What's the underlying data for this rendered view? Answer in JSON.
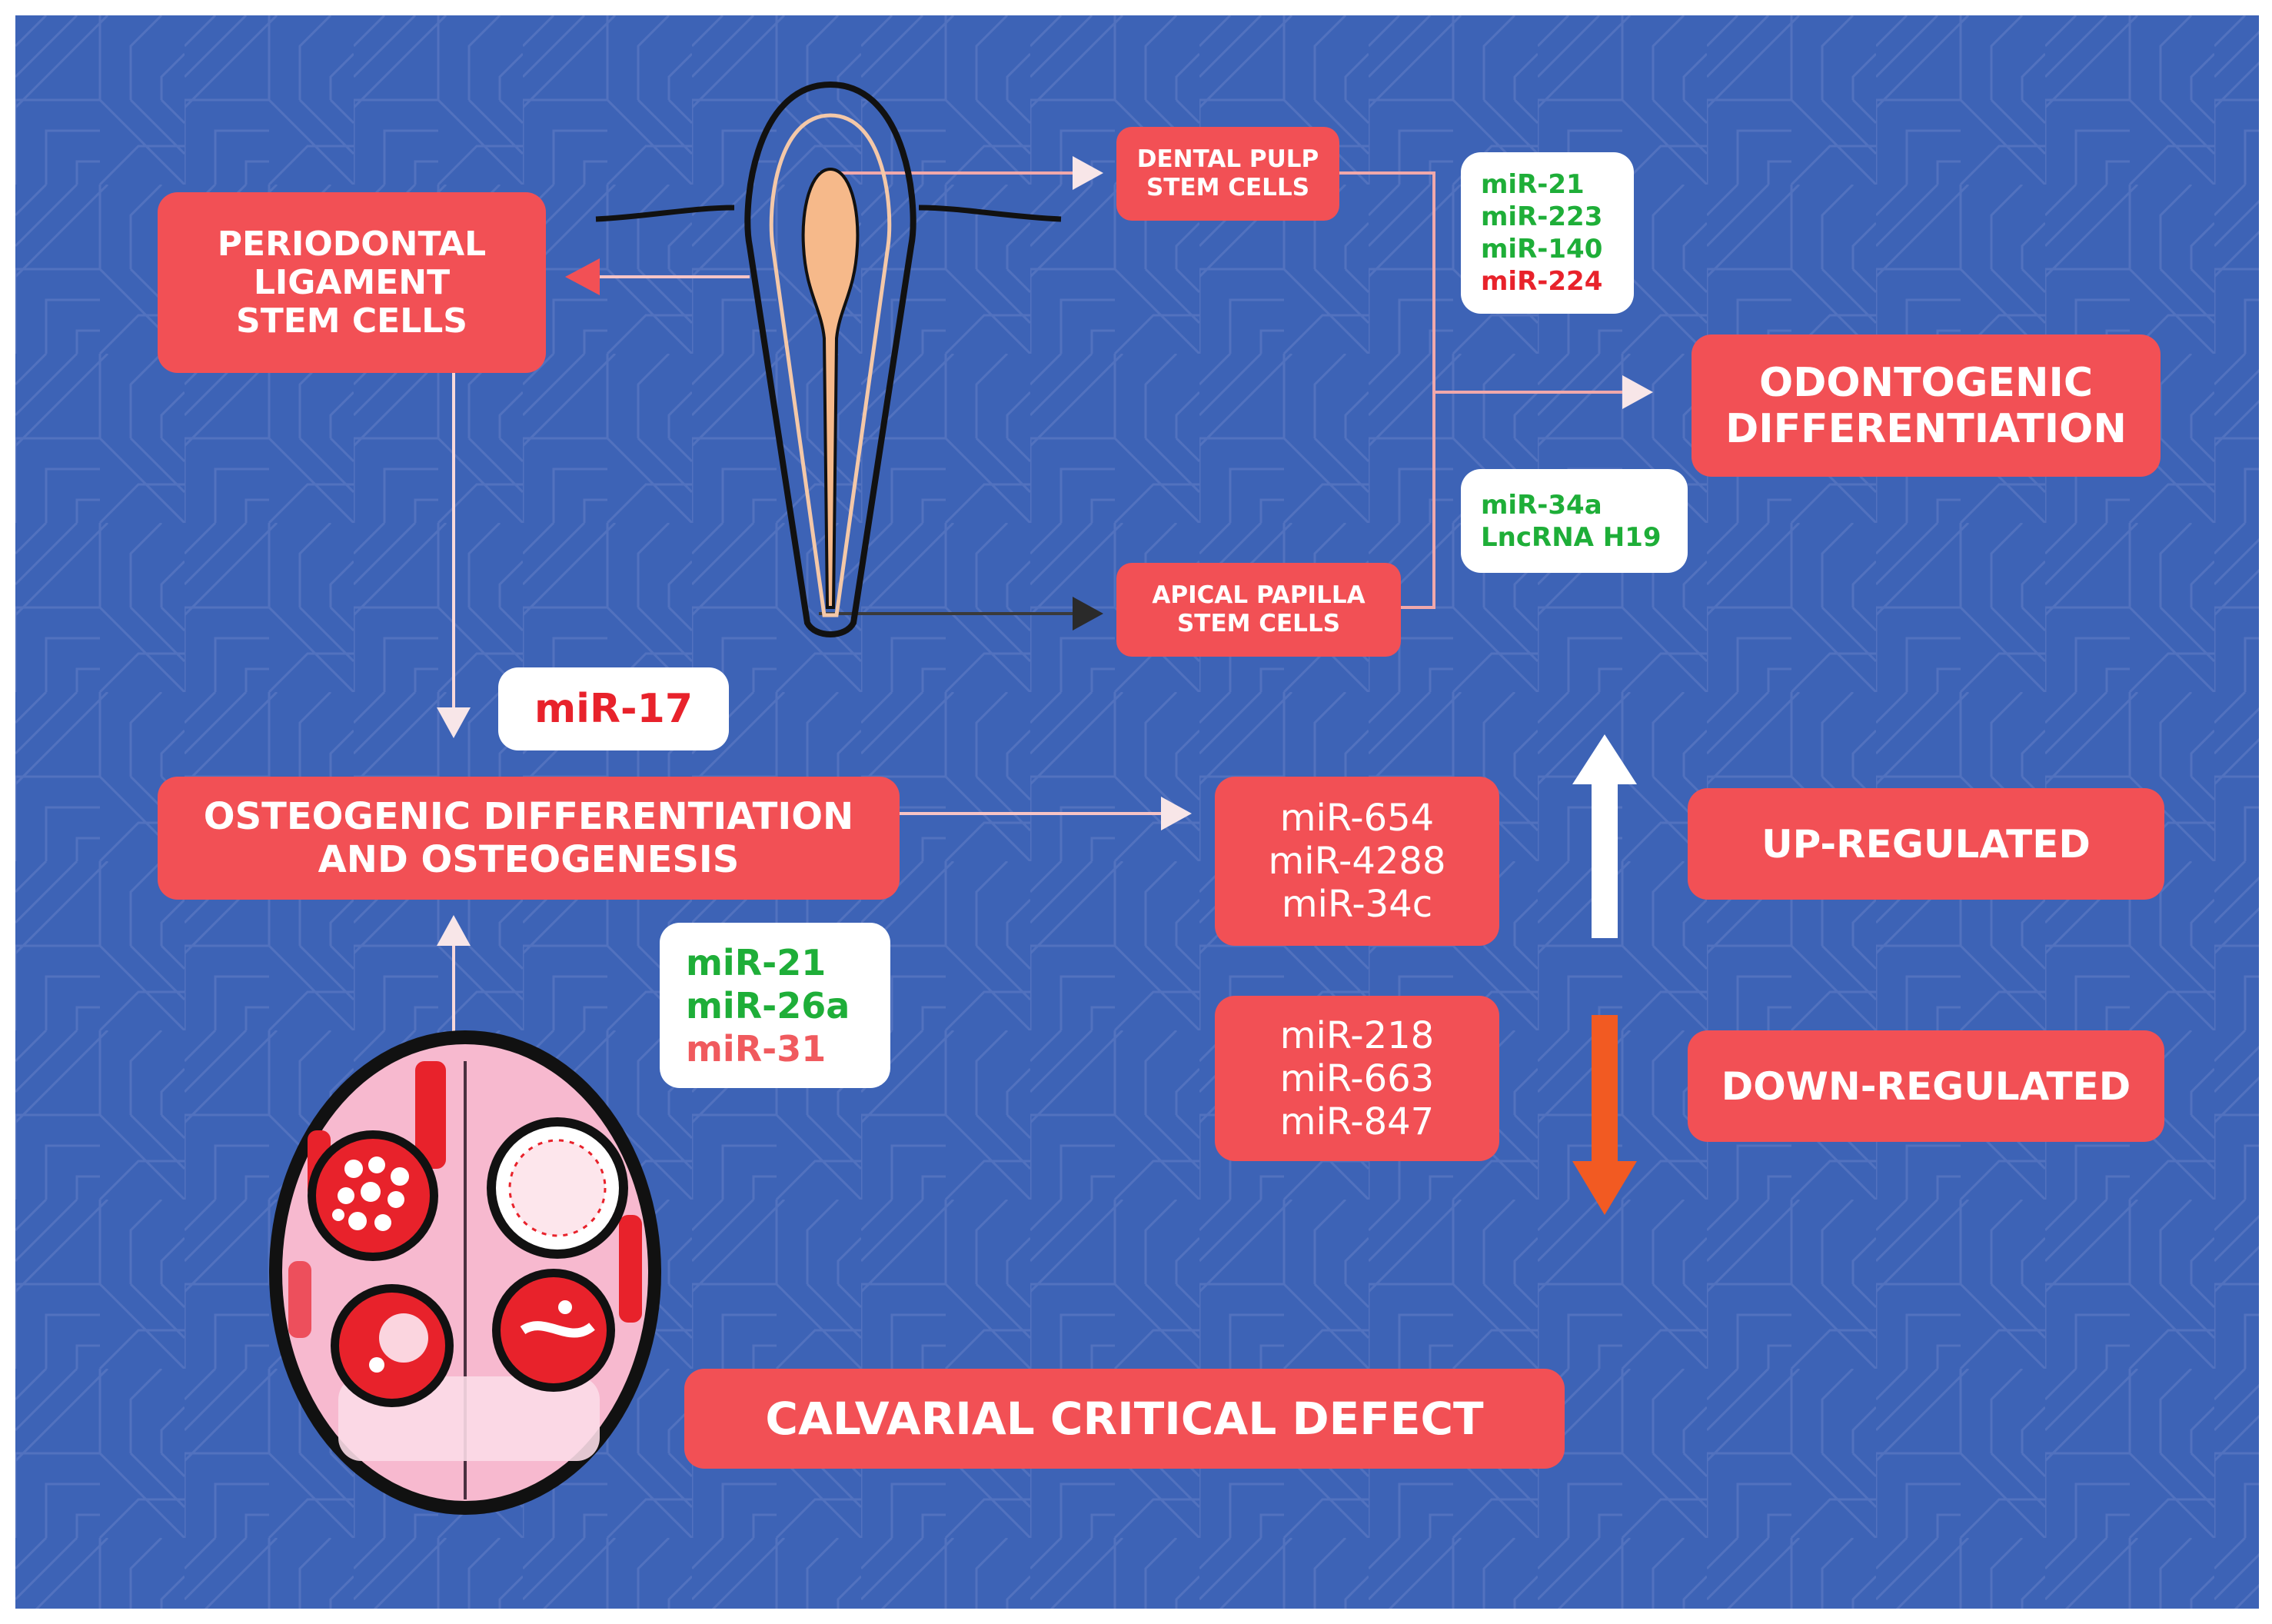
{
  "colors": {
    "background": "#3d63b6",
    "box_fill": "#f25055",
    "up_regulated": "#1eae38",
    "down_regulated": "#e8222b",
    "up_arrow": "#ffffff",
    "down_arrow": "#f25a22"
  },
  "nodes": {
    "pdl": [
      "PERIODONTAL",
      "LIGAMENT",
      "STEM CELLS"
    ],
    "dpsc": [
      "DENTAL PULP",
      "STEM CELLS"
    ],
    "scap": [
      "APICAL PAPILLA",
      "STEM CELLS"
    ],
    "odonto": [
      "ODONTOGENIC",
      "DIFFERENTIATION"
    ],
    "osteo": [
      "OSTEOGENIC DIFFERENTIATION",
      "AND OSTEOGENESIS"
    ],
    "calvarial": "CALVARIAL CRITICAL DEFECT",
    "legend_up": "UP-REGULATED",
    "legend_down": "DOWN-REGULATED"
  },
  "mirna": {
    "dpsc_list": [
      {
        "name": "miR-21",
        "regulation": "up"
      },
      {
        "name": "miR-223",
        "regulation": "up"
      },
      {
        "name": "miR-140",
        "regulation": "up"
      },
      {
        "name": "miR-224",
        "regulation": "down"
      }
    ],
    "scap_list": [
      {
        "name": "miR-34a",
        "regulation": "up"
      },
      {
        "name": "LncRNA H19",
        "regulation": "up"
      }
    ],
    "pdl_osteo": {
      "name": "miR-17",
      "regulation": "down"
    },
    "calvarial_list": [
      {
        "name": "miR-21",
        "regulation": "up"
      },
      {
        "name": "miR-26a",
        "regulation": "up"
      },
      {
        "name": "miR-31",
        "regulation": "down"
      }
    ],
    "osteo_up": [
      "miR-654",
      "miR-4288",
      "miR-34c"
    ],
    "osteo_down": [
      "miR-218",
      "miR-663",
      "miR-847"
    ]
  },
  "icons": [
    "tooth-illustration",
    "calvaria-skull-illustration",
    "up-arrow-icon",
    "down-arrow-icon"
  ]
}
